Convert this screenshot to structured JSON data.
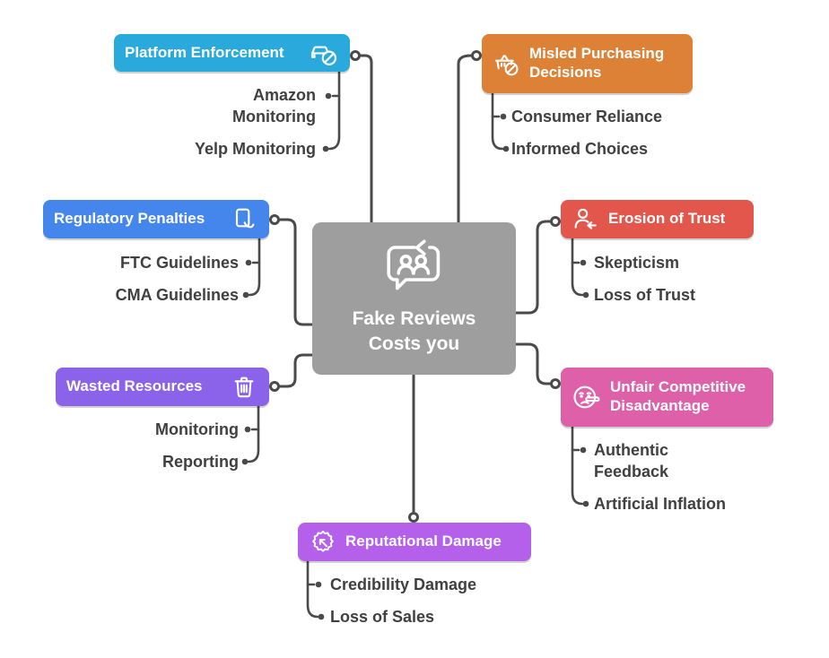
{
  "app": {
    "background": "#ffffff",
    "connector_color": "#4a4a4a",
    "child_text_color": "#404040"
  },
  "center": {
    "label_line1": "Fake Reviews",
    "label_line2": "Costs you",
    "color": "#9e9e9e",
    "icon": "people-chat-arrow-icon"
  },
  "branches": [
    {
      "label": "Platform Enforcement",
      "color": "#29a9dc",
      "icon": "car-prohibited-icon",
      "children": [
        "Amazon Monitoring",
        "Yelp Monitoring"
      ]
    },
    {
      "label": "Misled Purchasing Decisions",
      "color": "#dd8136",
      "icon": "basket-prohibited-icon",
      "children": [
        "Consumer Reliance",
        "Informed Choices"
      ]
    },
    {
      "label": "Regulatory Penalties",
      "color": "#4486ec",
      "icon": "document-check-icon",
      "children": [
        "FTC Guidelines",
        "CMA Guidelines"
      ]
    },
    {
      "label": "Erosion of Trust",
      "color": "#e2564b",
      "icon": "person-arrow-left-icon",
      "children": [
        "Skepticism",
        "Loss of Trust"
      ]
    },
    {
      "label": "Wasted Resources",
      "color": "#8b63ea",
      "icon": "trash-icon",
      "children": [
        "Monitoring",
        "Reporting"
      ]
    },
    {
      "label": "Unfair Competitive Disadvantage",
      "color": "#de60a8",
      "icon": "lying-face-icon",
      "children": [
        "Authentic Feedback",
        "Artificial Inflation"
      ]
    },
    {
      "label": "Reputational Damage",
      "color": "#b560ea",
      "icon": "badge-arrow-icon",
      "children": [
        "Credibility Damage",
        "Loss of Sales"
      ]
    }
  ]
}
